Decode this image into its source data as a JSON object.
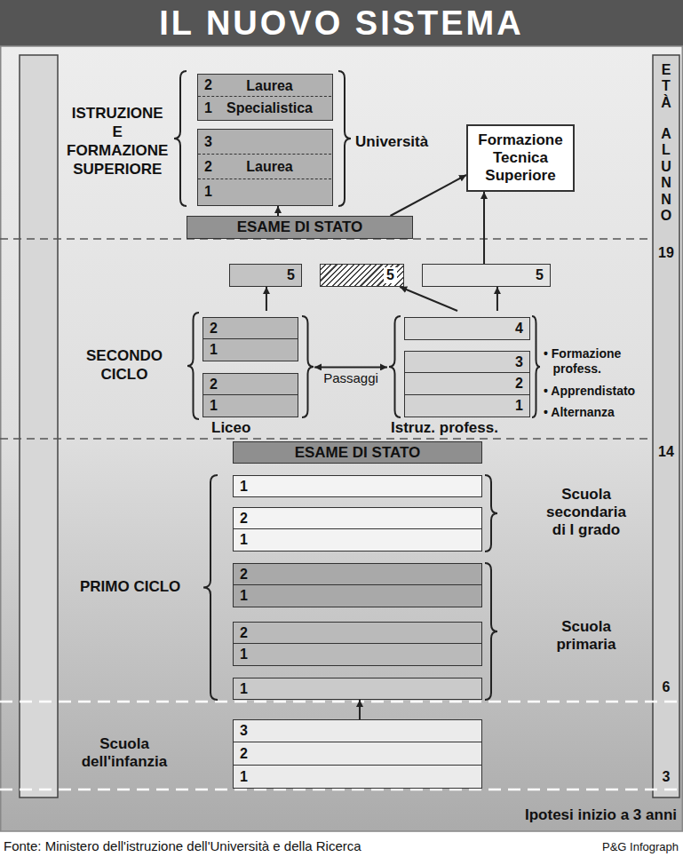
{
  "diagram": {
    "title": "IL NUOVO SISTEMA",
    "nodes": [
      {
        "text": [
          "Università"
        ]
      },
      {
        "text": [
          "Laurea Specialistica"
        ],
        "in": 0
      },
      {
        "text": [
          "2"
        ],
        "in": 1
      },
      {
        "text": [
          "1"
        ],
        "in": 1
      },
      {
        "text": [
          "Laurea"
        ],
        "in": 0
      },
      {
        "text": [
          "3"
        ],
        "in": 4
      },
      {
        "text": [
          "2"
        ],
        "in": 4
      },
      {
        "text": [
          "1"
        ],
        "in": 4
      },
      {
        "text": [
          "Formazione Tecnica Superiore"
        ]
      },
      {
        "text": [
          "ESAME DI STATO"
        ]
      },
      {
        "text": [
          "5"
        ]
      },
      {
        "text": [
          "5"
        ]
      },
      {
        "text": [
          "5"
        ]
      },
      {
        "text": [
          "Liceo"
        ]
      },
      {
        "text": [
          "2"
        ],
        "in": 13
      },
      {
        "text": [
          "1"
        ],
        "in": 13
      },
      {
        "text": [
          "2"
        ],
        "in": 13
      },
      {
        "text": [
          "1"
        ],
        "in": 13
      },
      {
        "text": [
          "Istruz. profess."
        ]
      },
      {
        "text": [
          "4"
        ],
        "in": 18
      },
      {
        "text": [
          "3"
        ],
        "in": 18
      },
      {
        "text": [
          "2"
        ],
        "in": 18
      },
      {
        "text": [
          "1"
        ],
        "in": 18
      },
      {
        "text": [
          "ESAME DI STATO"
        ]
      },
      {
        "text": [
          "Scuola secondaria di I grado"
        ]
      },
      {
        "text": [
          "1"
        ],
        "in": 24
      },
      {
        "text": [
          "2"
        ],
        "in": 24
      },
      {
        "text": [
          "1"
        ],
        "in": 24
      },
      {
        "text": [
          "Scuola primaria"
        ]
      },
      {
        "text": [
          "2"
        ],
        "in": 28
      },
      {
        "text": [
          "1"
        ],
        "in": 28
      },
      {
        "text": [
          "2"
        ],
        "in": 28
      },
      {
        "text": [
          "1"
        ],
        "in": 28
      },
      {
        "text": [
          "1"
        ],
        "in": 28
      },
      {
        "text": [
          "Scuola dell'infanzia"
        ]
      },
      {
        "text": [
          "3"
        ],
        "in": 34
      },
      {
        "text": [
          "2"
        ],
        "in": 34
      },
      {
        "text": [
          "1"
        ],
        "in": 34
      }
    ],
    "edges": [
      {
        "from": 9,
        "to": 4,
        "arrow": "to"
      },
      {
        "from": 9,
        "to": 8,
        "arrow": "to"
      },
      {
        "from": 12,
        "to": 8,
        "arrow": "to"
      },
      {
        "from": 13,
        "to": 10,
        "arrow": "to"
      },
      {
        "from": 18,
        "to": 11,
        "arrow": "to"
      },
      {
        "from": 18,
        "to": 12,
        "arrow": "to"
      },
      {
        "from": 13,
        "to": 18,
        "label": "Passaggi",
        "arrow": "both"
      },
      {
        "from": 34,
        "to": 28,
        "arrow": "to"
      }
    ],
    "labels": [
      "ISTRUZIONE E FORMAZIONE SUPERIORE",
      "SECONDO CICLO",
      "PRIMO CICLO",
      "• Formazione profess.",
      "• Apprendistato",
      "• Alternanza",
      "ETÀ",
      "ALUNNO",
      "19",
      "14",
      "6",
      "3",
      "Ipotesi inizio a 3 anni",
      "Fonte: Ministero dell'istruzione dell'Università e della Ricerca",
      "P&G Infograph"
    ]
  }
}
